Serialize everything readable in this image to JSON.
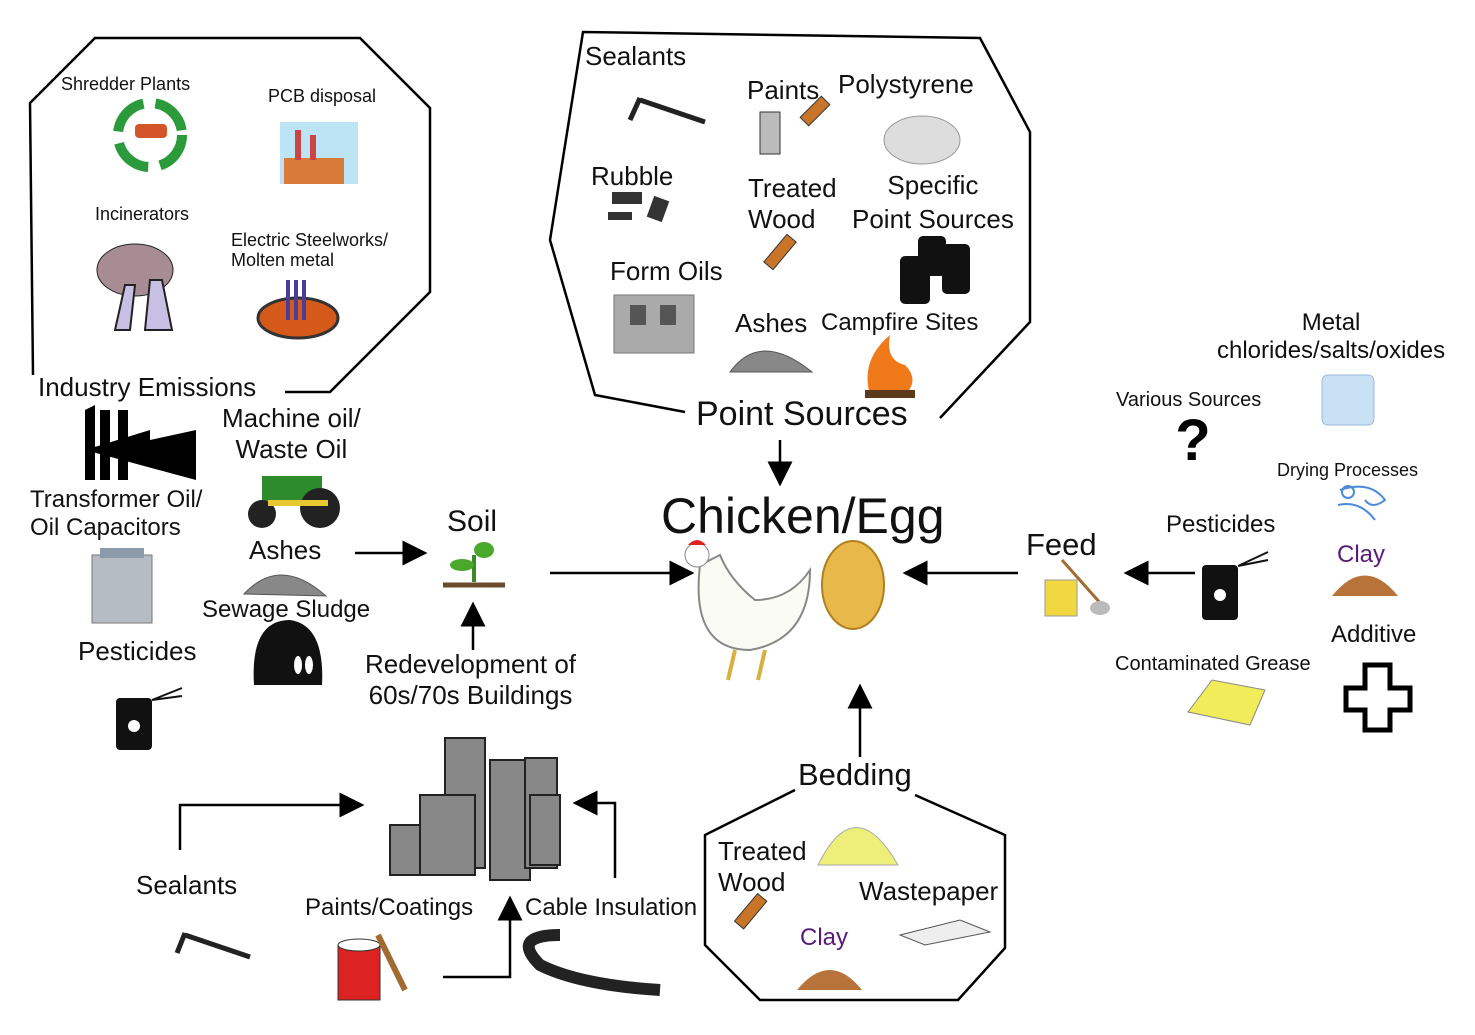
{
  "center": {
    "title": "Chicken/Egg"
  },
  "industry": {
    "title": "Industry Emissions",
    "items": [
      "Shredder Plants",
      "PCB disposal",
      "Incinerators",
      "Electric Steelworks/\nMolten metal"
    ]
  },
  "point_sources": {
    "title": "Point Sources",
    "items": [
      "Sealants",
      "Paints",
      "Polystyrene",
      "Rubble",
      "Treated\nWood",
      "Specific\nPoint Sources",
      "Form Oils",
      "Ashes",
      "Campfire Sites"
    ]
  },
  "soil": {
    "title": "Soil",
    "sources": [
      "Machine oil/\nWaste Oil",
      "Transformer Oil/\nOil Capacitors",
      "Ashes",
      "Sewage Sludge",
      "Pesticides"
    ],
    "redevelopment": "Redevelopment of\n60s/70s Buildings"
  },
  "buildings": {
    "sources": [
      "Sealants",
      "Paints/Coatings",
      "Cable Insulation"
    ]
  },
  "bedding": {
    "title": "Bedding",
    "items": [
      "Treated\nWood",
      "Wastepaper",
      "Clay"
    ]
  },
  "feed": {
    "title": "Feed",
    "sources": [
      "Pesticides",
      "Metal\nchlorides/salts/oxides",
      "Various Sources",
      "Drying Processes",
      "Clay",
      "Additive",
      "Contaminated Grease"
    ]
  },
  "colors": {
    "clay_text": "#5a1a78",
    "egg": "#e8b84a",
    "soil": "#b8733a"
  }
}
